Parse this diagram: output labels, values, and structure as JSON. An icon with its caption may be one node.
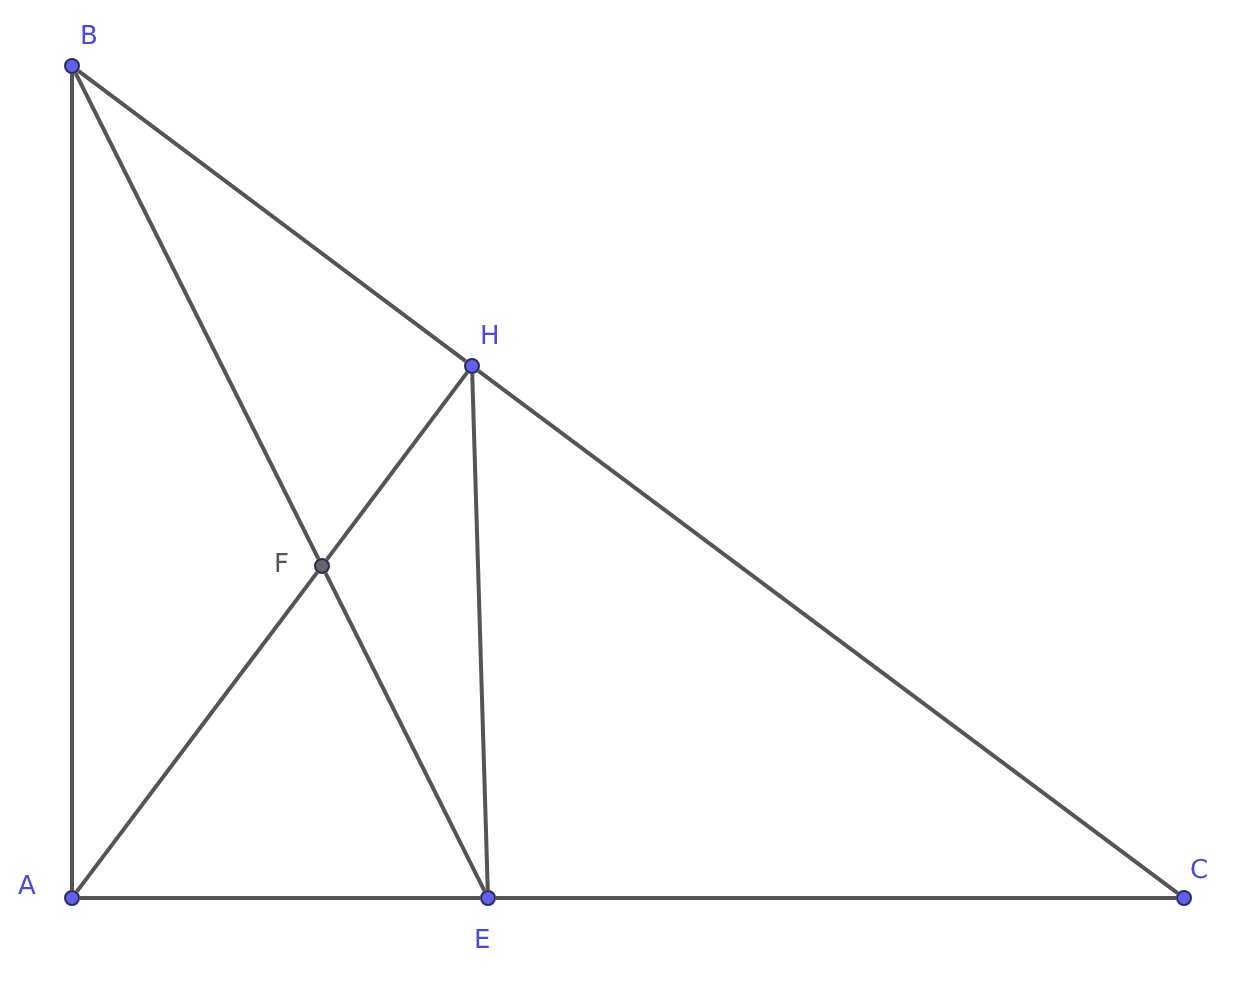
{
  "diagram": {
    "nodes": [
      {
        "text": [
          "B"
        ]
      },
      {
        "text": [
          "H"
        ]
      },
      {
        "text": [
          "F"
        ]
      },
      {
        "text": [
          "A"
        ]
      },
      {
        "text": [
          "E"
        ]
      },
      {
        "text": [
          "C"
        ]
      }
    ],
    "edges": [
      {
        "from": 0,
        "to": 3,
        "arrow": "none"
      },
      {
        "from": 0,
        "to": 1,
        "arrow": "none"
      },
      {
        "from": 1,
        "to": 5,
        "arrow": "none"
      },
      {
        "from": 3,
        "to": 4,
        "arrow": "none"
      },
      {
        "from": 4,
        "to": 5,
        "arrow": "none"
      },
      {
        "from": 0,
        "to": 2,
        "arrow": "none"
      },
      {
        "from": 2,
        "to": 4,
        "arrow": "none"
      },
      {
        "from": 3,
        "to": 2,
        "arrow": "none"
      },
      {
        "from": 2,
        "to": 1,
        "arrow": "none"
      },
      {
        "from": 1,
        "to": 4,
        "arrow": "none"
      }
    ]
  }
}
